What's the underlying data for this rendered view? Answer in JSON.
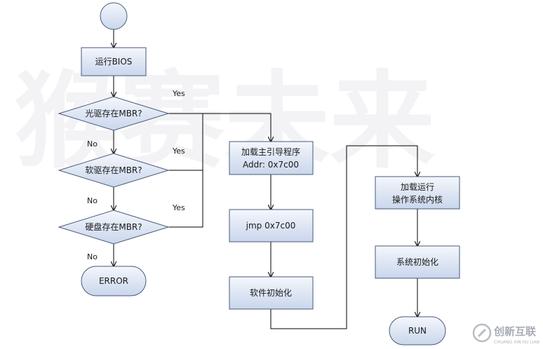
{
  "watermark": {
    "text": "猴赛未来"
  },
  "nodes": {
    "start": {},
    "run_bios": {
      "label": "运行BIOS"
    },
    "cdrom_mbr": {
      "label": "光驱存在MBR?"
    },
    "floppy_mbr": {
      "label": "软驱存在MBR?"
    },
    "harddisk_mbr": {
      "label": "硬盘存在MBR?"
    },
    "error": {
      "label": "ERROR"
    },
    "load_boot": {
      "line1": "加载主引导程序",
      "line2": "Addr: 0x7c00"
    },
    "jmp": {
      "label": "jmp 0x7c00"
    },
    "software_init": {
      "label": "软件初始化"
    },
    "load_kernel": {
      "line1": "加载运行",
      "line2": "操作系统内核"
    },
    "system_init": {
      "label": "系统初始化"
    },
    "run": {
      "label": "RUN"
    }
  },
  "edge_labels": {
    "yes1": "Yes",
    "no1": "No",
    "yes2": "Yes",
    "no2": "No",
    "yes3": "Yes",
    "no3": "No"
  },
  "logo": {
    "text": "创新互联",
    "subtext": "CHUANG XIN HU LIAN"
  },
  "colors": {
    "node_fill_top": "#f4f7fc",
    "node_fill_bottom": "#c9d6ec",
    "node_stroke": "#4a5a78",
    "edge": "#000000"
  }
}
